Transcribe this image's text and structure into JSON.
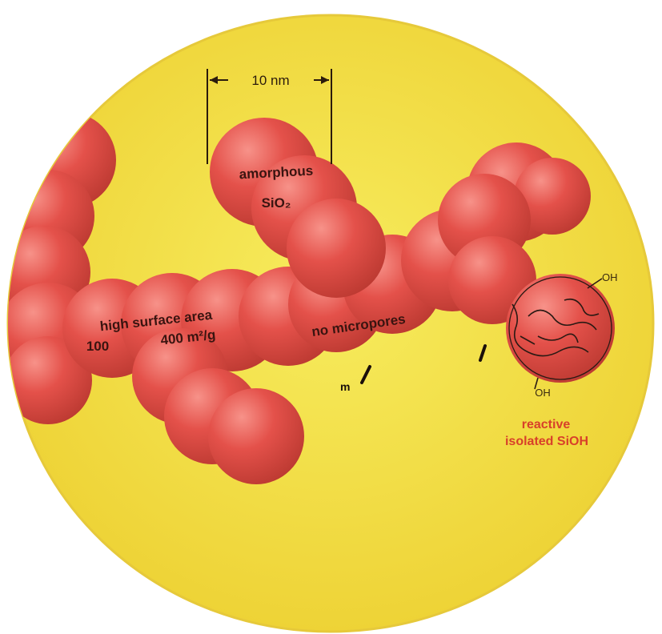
{
  "labels": {
    "dimension": "10 nm",
    "amorphous_line1": "amorphous",
    "amorphous_line2": "SiO₂",
    "surface_line1": "high surface area",
    "surface_line2": "100",
    "surface_line3": "400 m²/g",
    "micropores": "no micropores",
    "oh_top": "OH",
    "oh_bottom": "OH",
    "reactive_line1": "reactive",
    "reactive_line2": "isolated SiOH"
  },
  "colors": {
    "circle_background": "#f2e13c",
    "particle": "#e35147",
    "particle_dark": "#b8342e",
    "reactive_label": "#d8402a"
  }
}
